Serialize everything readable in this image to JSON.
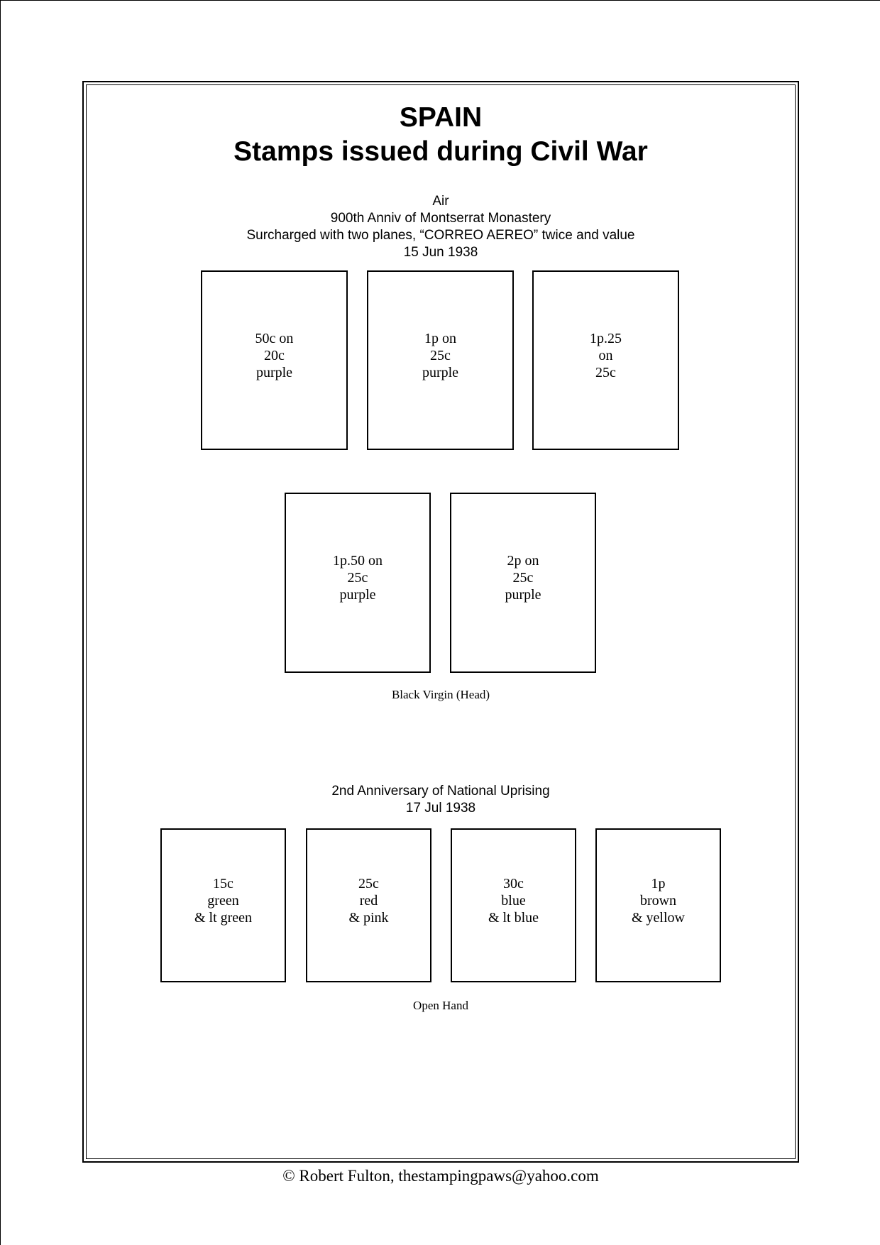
{
  "header": {
    "country": "SPAIN",
    "subtitle": "Stamps issued during Civil War"
  },
  "section1": {
    "lines": [
      "Air",
      "900th Anniv of Montserrat Monastery",
      "Surcharged with two planes, “CORREO AEREO” twice and value",
      "15 Jun 1938"
    ],
    "stamps": [
      "50c on\n20c\npurple",
      "1p on\n25c\npurple",
      "1p.25\non\n25c",
      "1p.50 on\n25c\npurple",
      "2p on\n25c\npurple"
    ],
    "caption": "Black Virgin (Head)"
  },
  "section2": {
    "lines": [
      "2nd Anniversary of National Uprising",
      "17 Jul 1938"
    ],
    "stamps": [
      "15c\ngreen\n& lt green",
      "25c\nred\n& pink",
      "30c\nblue\n& lt blue",
      "1p\nbrown\n& yellow"
    ],
    "caption": "Open Hand"
  },
  "footer": {
    "copyright": "©  Robert Fulton, thestampingpaws@yahoo.com"
  }
}
